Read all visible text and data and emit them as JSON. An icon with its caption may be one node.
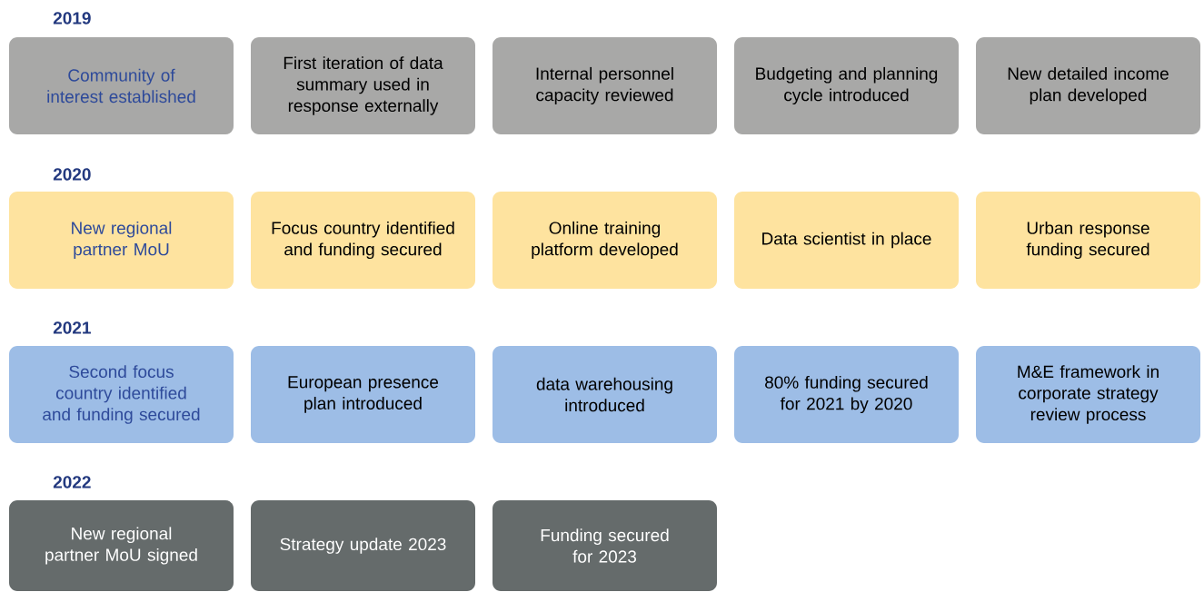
{
  "diagram": {
    "nodes": [
      {
        "text": [
          "Community of interest established"
        ]
      },
      {
        "text": [
          "First iteration of data summary used in response externally"
        ]
      },
      {
        "text": [
          "Internal personnel capacity reviewed"
        ]
      },
      {
        "text": [
          "Budgeting and planning cycle introduced"
        ]
      },
      {
        "text": [
          "New detailed income plan developed"
        ]
      },
      {
        "text": [
          "New regional partner MoU"
        ]
      },
      {
        "text": [
          "Focus country identified and funding secured"
        ]
      },
      {
        "text": [
          "Online training platform developed"
        ]
      },
      {
        "text": [
          "Data scientist in place"
        ]
      },
      {
        "text": [
          "Urban response funding secured"
        ]
      },
      {
        "text": [
          "Second focus country identified and funding secured"
        ]
      },
      {
        "text": [
          "European presence plan introduced"
        ]
      },
      {
        "text": [
          "data warehousing introduced"
        ]
      },
      {
        "text": [
          "80% funding secured for 2021 by 2020"
        ]
      },
      {
        "text": [
          "M&E framework in corporate strategy review process"
        ]
      },
      {
        "text": [
          "New regional partner MoU signed"
        ]
      },
      {
        "text": [
          "Strategy update 2023"
        ]
      },
      {
        "text": [
          "Funding secured for 2023"
        ]
      }
    ],
    "labels": [
      "2019",
      "2020",
      "2021",
      "2022"
    ]
  }
}
